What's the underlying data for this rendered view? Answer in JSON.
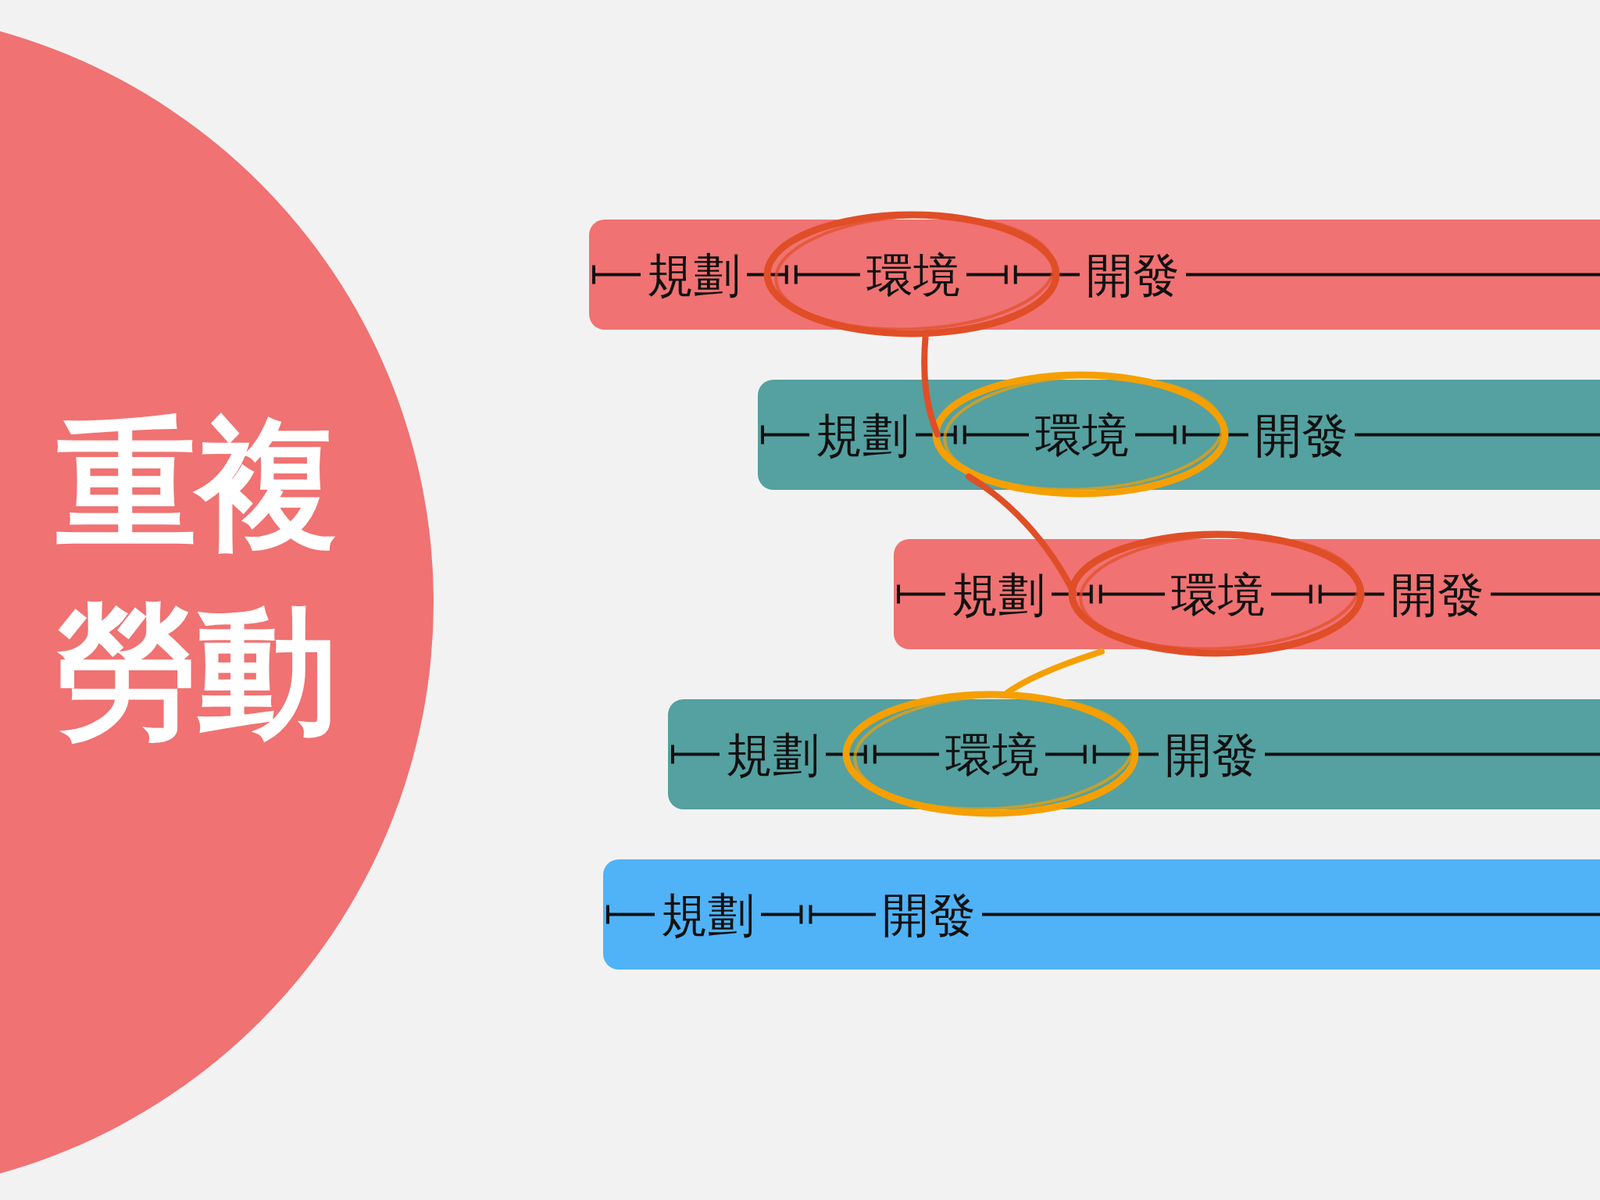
{
  "diagram": {
    "nodes": [
      {
        "text": [
          "重複 勞動"
        ]
      },
      {
        "text": [
          "規劃",
          "環境",
          "開發"
        ]
      },
      {
        "text": [
          "規劃",
          "環境",
          "開發"
        ]
      },
      {
        "text": [
          "規劃",
          "環境",
          "開發"
        ]
      },
      {
        "text": [
          "規劃",
          "環境",
          "開發"
        ]
      },
      {
        "text": [
          "規劃",
          "開發"
        ]
      }
    ]
  }
}
